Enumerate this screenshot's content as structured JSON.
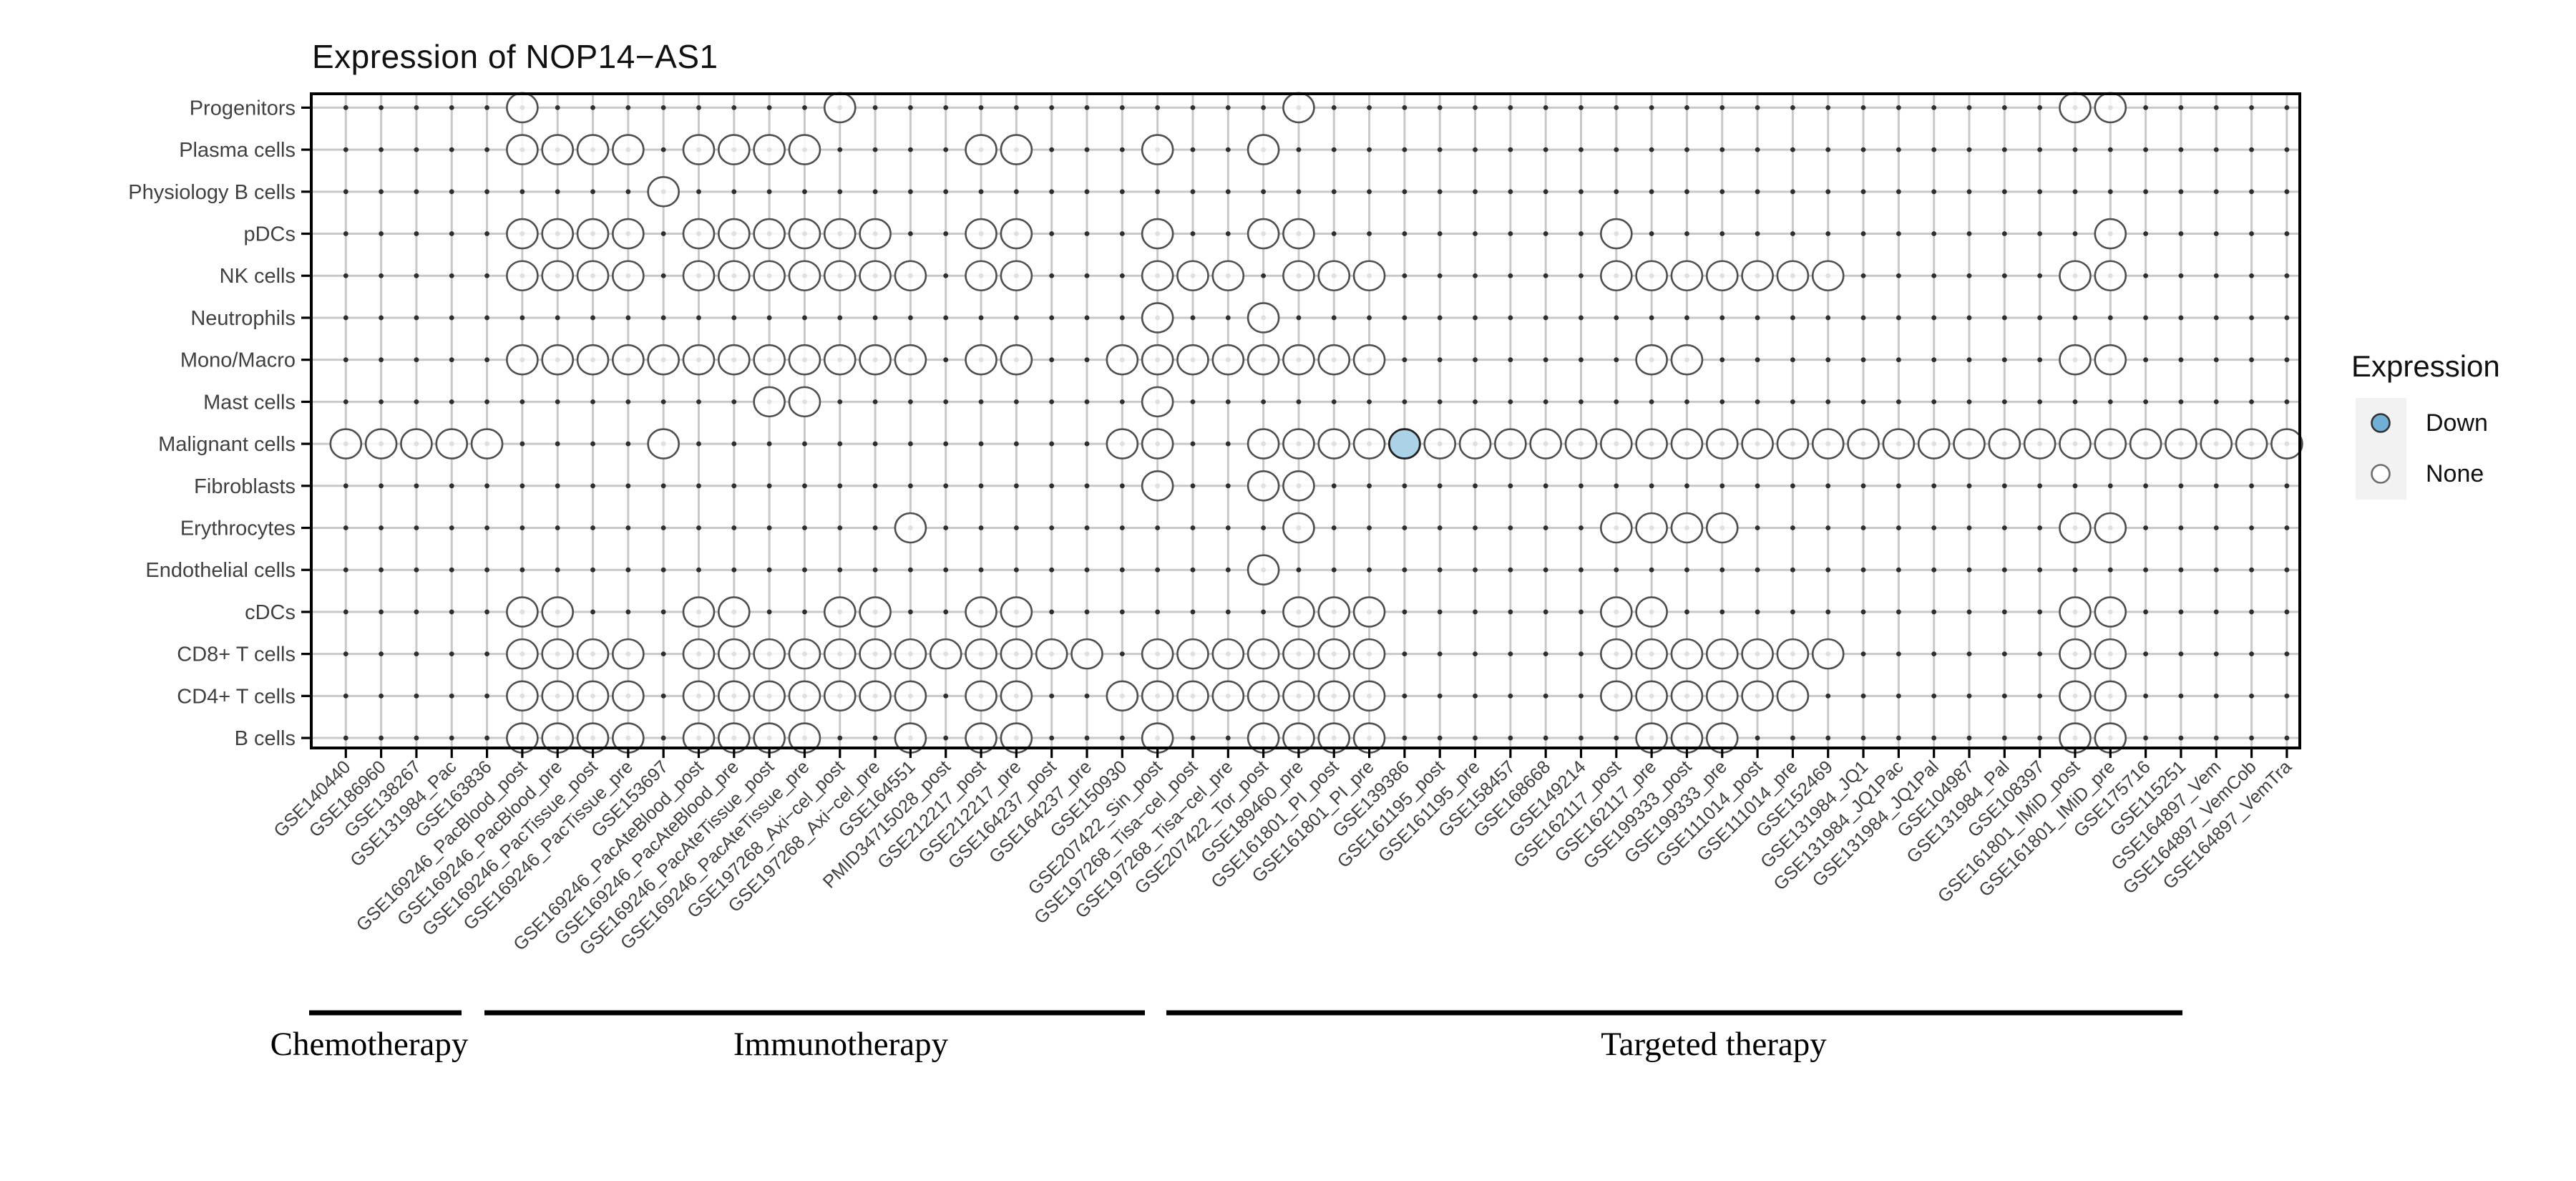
{
  "title": "Expression of NOP14−AS1",
  "legend": {
    "title": "Expression",
    "items": [
      {
        "label": "Down",
        "fill": "#72afd4"
      },
      {
        "label": "None",
        "fill": "#ffffff"
      }
    ]
  },
  "groups": [
    {
      "label": "Chemotherapy",
      "col_start": 1,
      "col_end": 4
    },
    {
      "label": "Immunotherapy",
      "col_start": 5,
      "col_end": 23
    },
    {
      "label": "Targeted therapy",
      "col_start": 24,
      "col_end": 53
    }
  ],
  "colors": {
    "none_fill": "#ffffff",
    "down_fill": "#abd2e7",
    "legend_down_fill": "#72afd4",
    "circle_stroke": "#4f4f4f",
    "grid": "#c9c9c9",
    "grid_dot": "#2e2e2e",
    "axis": "#000000",
    "tick_label": "#404040",
    "legend_key_bg": "#f2f2f2"
  },
  "chart_data": {
    "type": "scatter",
    "title": "Expression of NOP14−AS1",
    "xlabel": "",
    "ylabel": "",
    "legend_position": "right",
    "grid": true,
    "rows": [
      "Progenitors",
      "Plasma cells",
      "Physiology B cells",
      "pDCs",
      "NK cells",
      "Neutrophils",
      "Mono/Macro",
      "Mast cells",
      "Malignant cells",
      "Fibroblasts",
      "Erythrocytes",
      "Endothelial cells",
      "cDCs",
      "CD8+ T cells",
      "CD4+ T cells",
      "B cells"
    ],
    "columns": [
      "GSE140440",
      "GSE186960",
      "GSE138267",
      "GSE131984_Pac",
      "GSE163836",
      "GSE169246_PacBlood_post",
      "GSE169246_PacBlood_pre",
      "GSE169246_PacTissue_post",
      "GSE169246_PacTissue_pre",
      "GSE153697",
      "GSE169246_PacAteBlood_post",
      "GSE169246_PacAteBlood_pre",
      "GSE169246_PacAteTissue_post",
      "GSE169246_PacAteTissue_pre",
      "GSE197268_Axi−cel_post",
      "GSE197268_Axi−cel_pre",
      "GSE164551",
      "PMID34715028_post",
      "GSE212217_post",
      "GSE212217_pre",
      "GSE164237_post",
      "GSE164237_pre",
      "GSE150930",
      "GSE207422_Sin_post",
      "GSE197268_Tisa−cel_post",
      "GSE197268_Tisa−cel_pre",
      "GSE207422_Tor_post",
      "GSE189460_pre",
      "GSE161801_PI_post",
      "GSE161801_PI_pre",
      "GSE139386",
      "GSE161195_post",
      "GSE161195_pre",
      "GSE158457",
      "GSE168668",
      "GSE149214",
      "GSE162117_post",
      "GSE162117_pre",
      "GSE199333_post",
      "GSE199333_pre",
      "GSE111014_post",
      "GSE111014_pre",
      "GSE152469",
      "GSE131984_JQ1",
      "GSE131984_JQ1Pac",
      "GSE131984_JQ1Pal",
      "GSE104987",
      "GSE131984_Pal",
      "GSE108397",
      "GSE161801_IMiD_post",
      "GSE161801_IMiD_pre",
      "GSE175716",
      "GSE115251",
      "GSE164897_Vem",
      "GSE164897_VemCob",
      "GSE164897_VemTra"
    ],
    "series": [
      {
        "row": "Progenitors",
        "none_cols": [
          6,
          15,
          28,
          50,
          51
        ],
        "down_cols": []
      },
      {
        "row": "Plasma cells",
        "none_cols": [
          6,
          7,
          8,
          9,
          11,
          12,
          13,
          14,
          19,
          20,
          24,
          27
        ],
        "down_cols": []
      },
      {
        "row": "Physiology B cells",
        "none_cols": [
          10
        ],
        "down_cols": []
      },
      {
        "row": "pDCs",
        "none_cols": [
          6,
          7,
          8,
          9,
          11,
          12,
          13,
          14,
          15,
          16,
          19,
          20,
          24,
          27,
          28,
          37,
          51
        ],
        "down_cols": []
      },
      {
        "row": "NK cells",
        "none_cols": [
          6,
          7,
          8,
          9,
          11,
          12,
          13,
          14,
          15,
          16,
          17,
          19,
          20,
          24,
          25,
          26,
          28,
          29,
          30,
          37,
          38,
          39,
          40,
          41,
          42,
          43,
          50,
          51
        ],
        "down_cols": []
      },
      {
        "row": "Neutrophils",
        "none_cols": [
          24,
          27
        ],
        "down_cols": []
      },
      {
        "row": "Mono/Macro",
        "none_cols": [
          6,
          7,
          8,
          9,
          10,
          11,
          12,
          13,
          14,
          15,
          16,
          17,
          19,
          20,
          23,
          24,
          25,
          26,
          27,
          28,
          29,
          30,
          38,
          39,
          50,
          51
        ],
        "down_cols": []
      },
      {
        "row": "Mast cells",
        "none_cols": [
          13,
          14,
          24
        ],
        "down_cols": []
      },
      {
        "row": "Malignant cells",
        "none_cols": [
          1,
          2,
          3,
          4,
          5,
          10,
          23,
          24,
          27,
          28,
          29,
          30,
          32,
          33,
          34,
          35,
          36,
          37,
          38,
          39,
          40,
          41,
          42,
          43,
          44,
          45,
          46,
          47,
          48,
          49,
          50,
          51,
          52,
          53,
          54,
          55,
          56
        ],
        "down_cols": [
          31
        ]
      },
      {
        "row": "Fibroblasts",
        "none_cols": [
          24,
          27,
          28
        ],
        "down_cols": []
      },
      {
        "row": "Erythrocytes",
        "none_cols": [
          17,
          28,
          37,
          38,
          39,
          40,
          50,
          51
        ],
        "down_cols": []
      },
      {
        "row": "Endothelial cells",
        "none_cols": [
          27
        ],
        "down_cols": []
      },
      {
        "row": "cDCs",
        "none_cols": [
          6,
          7,
          11,
          12,
          15,
          16,
          19,
          20,
          28,
          29,
          30,
          37,
          38,
          50,
          51
        ],
        "down_cols": []
      },
      {
        "row": "CD8+ T cells",
        "none_cols": [
          6,
          7,
          8,
          9,
          11,
          12,
          13,
          14,
          15,
          16,
          17,
          18,
          19,
          20,
          21,
          22,
          24,
          25,
          26,
          27,
          28,
          29,
          30,
          37,
          38,
          39,
          40,
          41,
          42,
          43,
          50,
          51
        ],
        "down_cols": []
      },
      {
        "row": "CD4+ T cells",
        "none_cols": [
          6,
          7,
          8,
          9,
          11,
          12,
          13,
          14,
          15,
          16,
          17,
          19,
          20,
          23,
          24,
          25,
          26,
          27,
          28,
          29,
          30,
          37,
          38,
          39,
          40,
          41,
          42,
          50,
          51
        ],
        "down_cols": []
      },
      {
        "row": "B cells",
        "none_cols": [
          6,
          7,
          8,
          9,
          11,
          12,
          13,
          14,
          17,
          19,
          20,
          24,
          27,
          28,
          29,
          30,
          38,
          39,
          40,
          50,
          51
        ],
        "down_cols": []
      }
    ]
  }
}
